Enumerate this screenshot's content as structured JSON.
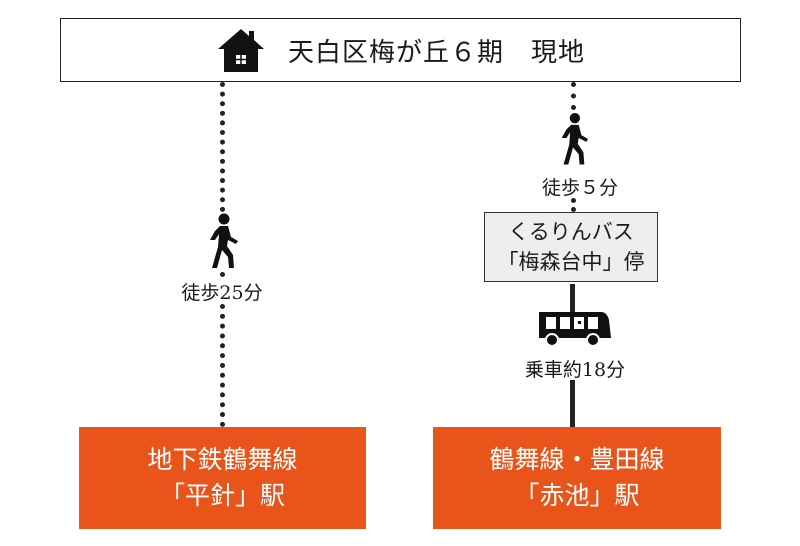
{
  "destination": {
    "title": "天白区梅が丘６期　現地",
    "icon": "house-icon"
  },
  "left_route": {
    "walk_label": "徒歩25分",
    "walk_icon": "walking-person-icon",
    "station_line1": "地下鉄鶴舞線",
    "station_line2": "「平針」駅"
  },
  "right_route": {
    "walk_label": "徒歩５分",
    "walk_icon": "walking-person-icon",
    "bus_stop_line1": "くるりんバス",
    "bus_stop_line2": "「梅森台中」停",
    "bus_icon": "bus-icon",
    "ride_label": "乗車約18分",
    "station_line1": "鶴舞線・豊田線",
    "station_line2": "「赤池」駅"
  },
  "colors": {
    "station": "#e8541a",
    "stop_box": "#eeeeee"
  }
}
